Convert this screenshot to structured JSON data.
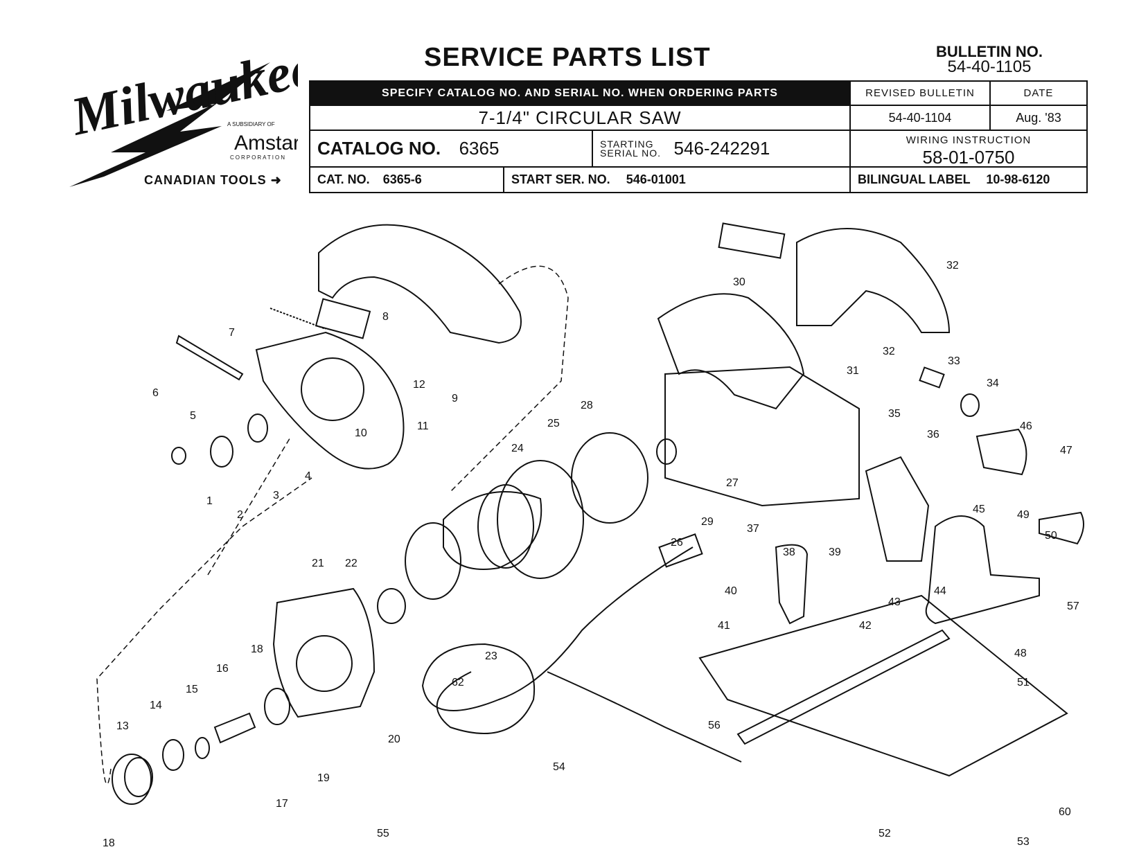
{
  "brand": {
    "name": "Milwaukee",
    "subsidiary": "A SUBSIDIARY OF",
    "parent": "Amstar",
    "parent_sub": "CORPORATION"
  },
  "title": "SERVICE PARTS LIST",
  "bulletin": {
    "label": "BULLETIN NO.",
    "number": "54-40-1105"
  },
  "header": {
    "instruction": "SPECIFY CATALOG NO. AND SERIAL NO. WHEN ORDERING PARTS",
    "revised_label": "REVISED BULLETIN",
    "revised_value": "54-40-1104",
    "date_label": "DATE",
    "date_value": "Aug. '83",
    "product": "7-1/4\" CIRCULAR SAW",
    "wiring_label": "WIRING INSTRUCTION",
    "wiring_value": "58-01-0750",
    "catalog_label": "CATALOG NO.",
    "catalog_value": "6365",
    "serial_label_1": "STARTING",
    "serial_label_2": "SERIAL NO.",
    "serial_value": "546-242291"
  },
  "canadian": {
    "label": "CANADIAN TOOLS",
    "cat_label": "CAT. NO.",
    "cat_value": "6365-6",
    "start_label": "START SER. NO.",
    "start_value": "546-01001",
    "bilingual_label": "BILINGUAL LABEL",
    "bilingual_value": "10-98-6120"
  },
  "callouts": [
    "1",
    "2",
    "3",
    "4",
    "5",
    "6",
    "7",
    "8",
    "9",
    "10",
    "11",
    "12",
    "13",
    "14",
    "15",
    "16",
    "17",
    "18",
    "18",
    "19",
    "20",
    "21",
    "22",
    "23",
    "24",
    "25",
    "26",
    "27",
    "28",
    "29",
    "30",
    "31",
    "32",
    "32",
    "33",
    "34",
    "35",
    "36",
    "37",
    "38",
    "39",
    "40",
    "41",
    "42",
    "43",
    "44",
    "45",
    "46",
    "47",
    "48",
    "49",
    "50",
    "51",
    "52",
    "53",
    "54",
    "55",
    "56",
    "57",
    "60",
    "62"
  ]
}
